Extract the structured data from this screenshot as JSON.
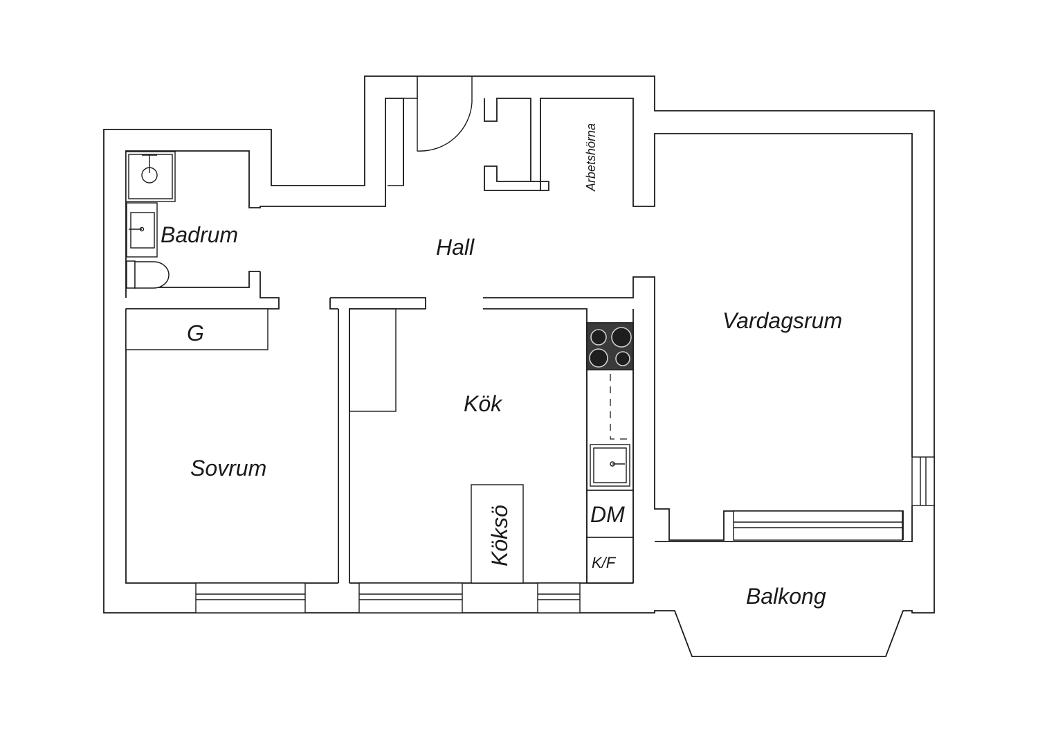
{
  "rooms": {
    "badrum": "Badrum",
    "hall": "Hall",
    "arbetshorna": "Arbetshörna",
    "vardagsrum": "Vardagsrum",
    "garderob": "G",
    "kok": "Kök",
    "sovrum": "Sovrum",
    "kokso": "Köksö",
    "diskmaskin": "DM",
    "kylfrys": "K/F",
    "balkong": "Balkong"
  },
  "colors": {
    "line": "#1a1a1a",
    "background": "#ffffff",
    "stove": "#3a3a3a"
  }
}
